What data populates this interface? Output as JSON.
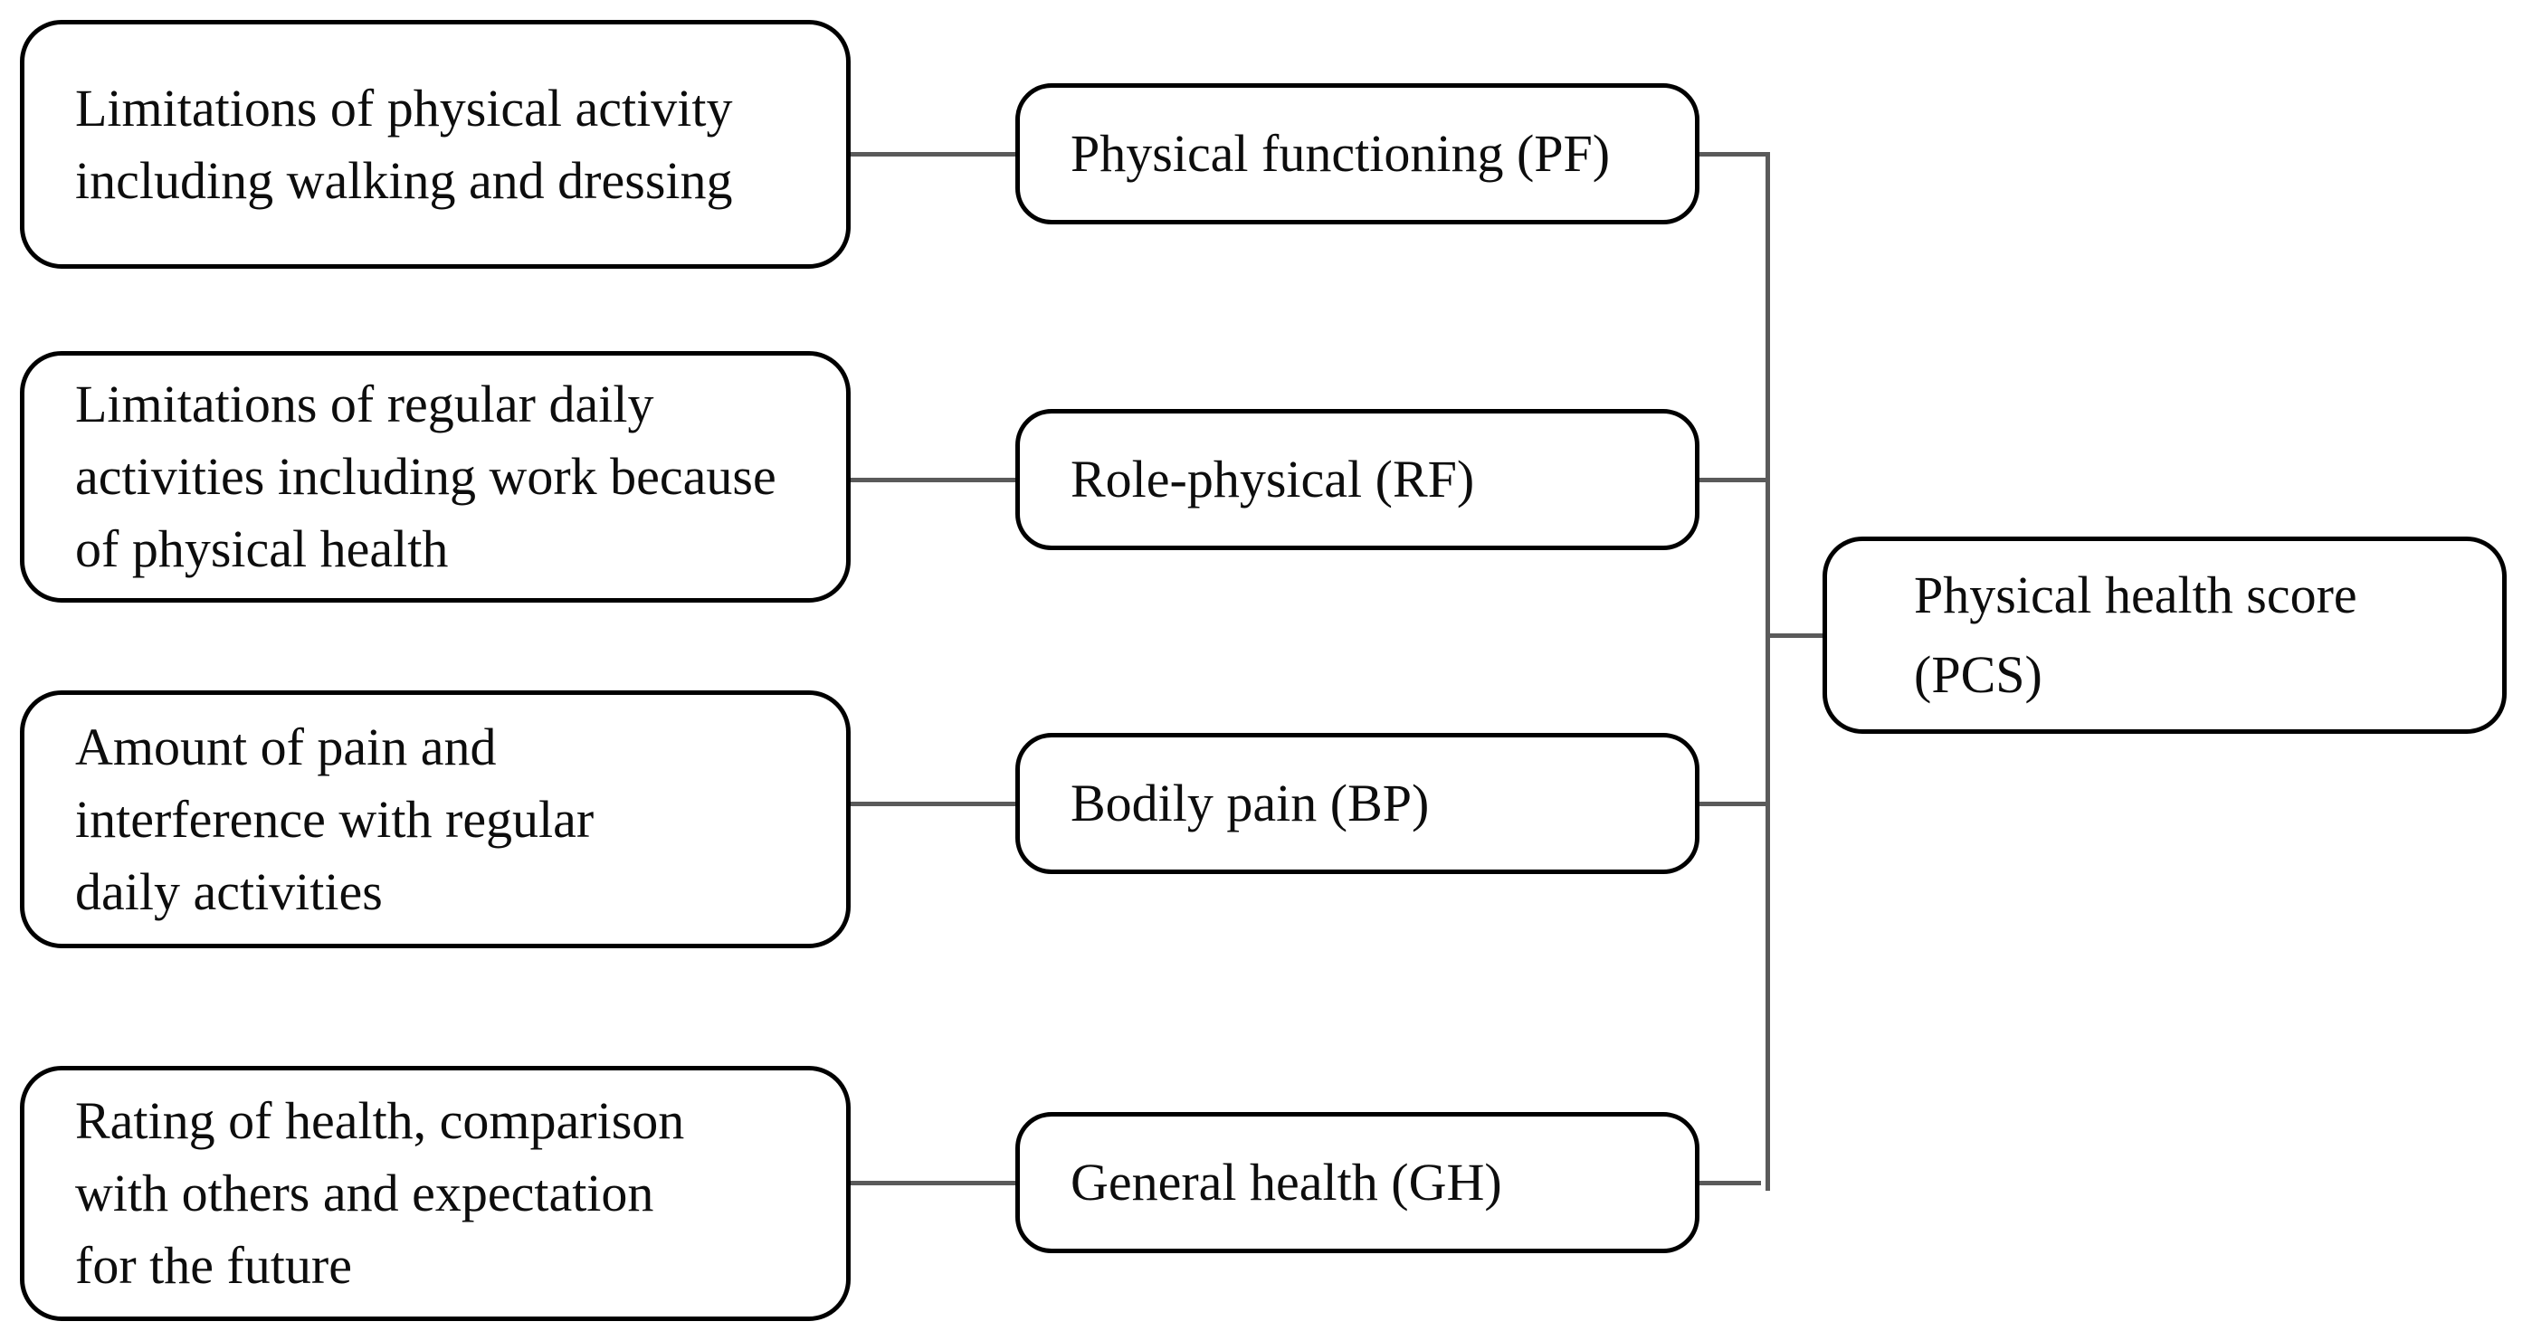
{
  "diagram_type": "flowchart",
  "colors": {
    "background": "#ffffff",
    "box_border": "#000000",
    "connector": "#5a5a5a",
    "text": "#0d0d0d"
  },
  "left_boxes": [
    {
      "id": "physical-activity-limitations",
      "lines": [
        "Limitations of physical activity",
        "including walking and dressing"
      ]
    },
    {
      "id": "daily-activity-limitations",
      "lines": [
        "Limitations of regular daily",
        "activities including work because",
        "of physical health"
      ]
    },
    {
      "id": "pain-amount",
      "lines": [
        "Amount of pain and",
        "interference with regular",
        "daily activities"
      ]
    },
    {
      "id": "health-rating",
      "lines": [
        "Rating of health, comparison",
        "with others and expectation",
        "for the future"
      ]
    }
  ],
  "mid_boxes": [
    {
      "id": "physical-functioning",
      "label": "Physical functioning (PF)"
    },
    {
      "id": "role-physical",
      "label": "Role-physical (RF)"
    },
    {
      "id": "bodily-pain",
      "label": "Bodily pain (BP)"
    },
    {
      "id": "general-health",
      "label": "General health (GH)"
    }
  ],
  "right_box": {
    "id": "physical-health-score",
    "lines": [
      "Physical health score",
      "(PCS)"
    ]
  }
}
